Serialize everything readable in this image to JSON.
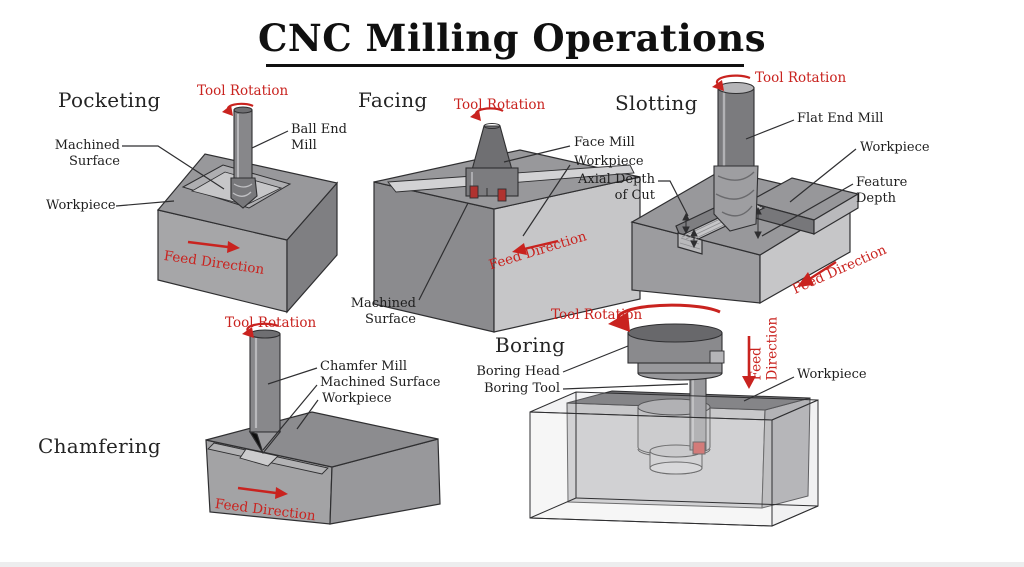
{
  "title": {
    "text": "CNC Milling Operations"
  },
  "annotations": {
    "tool_rotation": "Tool Rotation",
    "feed_direction": "Feed Direction",
    "feed_direction_vertical": "Feed\nDirection"
  },
  "colors": {
    "annotation_red": "#c9231f",
    "outline": "#2f2f31",
    "label_text": "#1e1e1e",
    "background": "#ffffff",
    "block_top_gray": "#98989b",
    "block_front_gray": "#a6a6a8",
    "block_light_gray": "#c6c6c8",
    "block_dark_gray": "#7c7c7f",
    "tool_gray": "#87878a"
  },
  "operations": {
    "pocketing": {
      "name": "Pocketing",
      "labels": {
        "ball_end_mill": "Ball End\nMill",
        "machined_surface": "Machined\nSurface",
        "workpiece": "Workpiece"
      }
    },
    "facing": {
      "name": "Facing",
      "labels": {
        "face_mill": "Face Mill",
        "workpiece": "Workpiece",
        "machined_surface": "Machined\nSurface"
      }
    },
    "slotting": {
      "name": "Slotting",
      "labels": {
        "flat_end_mill": "Flat End Mill",
        "workpiece": "Workpiece",
        "axial_depth_of_cut": "Axial Depth\nof Cut",
        "feature_depth": "Feature\nDepth"
      }
    },
    "chamfering": {
      "name": "Chamfering",
      "labels": {
        "chamfer_mill": "Chamfer Mill",
        "machined_surface": "Machined Surface",
        "workpiece": "Workpiece"
      }
    },
    "boring": {
      "name": "Boring",
      "labels": {
        "boring_head": "Boring Head",
        "boring_tool": "Boring Tool",
        "workpiece": "Workpiece"
      }
    }
  }
}
